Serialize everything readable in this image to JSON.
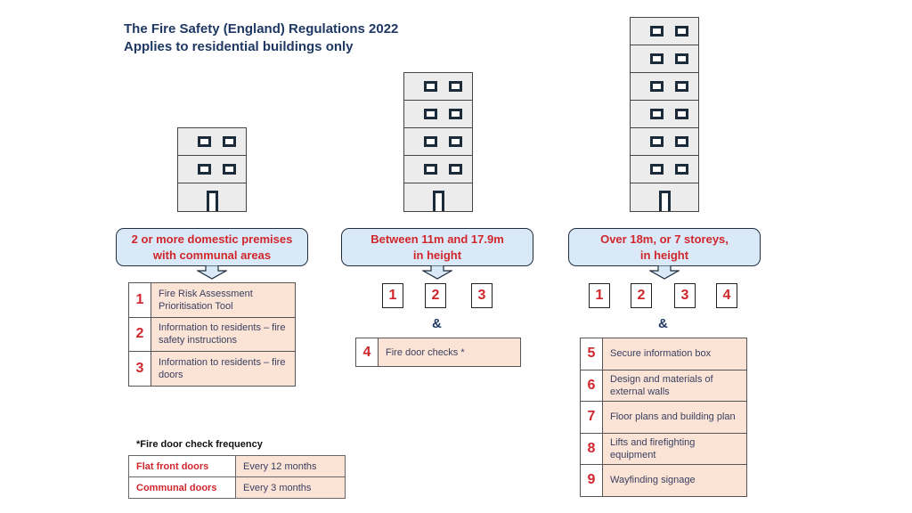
{
  "header": {
    "title_line1": "The Fire Safety (England) Regulations 2022",
    "title_line2": "Applies to residential buildings only"
  },
  "colors": {
    "title": "#1f3864",
    "accent_red": "#d0262c",
    "callout_bg": "#dae9f7",
    "table_bg": "#fbe3d6"
  },
  "columns": [
    {
      "floors": 3,
      "callout": [
        "2 or more domestic premises",
        "with communal areas"
      ],
      "inherited": [],
      "items": [
        {
          "num": "1",
          "text": "Fire Risk Assessment Prioritisation Tool"
        },
        {
          "num": "2",
          "text": "Information to residents – fire safety instructions"
        },
        {
          "num": "3",
          "text": "Information to residents – fire doors"
        }
      ]
    },
    {
      "floors": 5,
      "callout": [
        "Between 11m and 17.9m",
        "in height"
      ],
      "inherited": [
        "1",
        "2",
        "3"
      ],
      "amp": "&",
      "items": [
        {
          "num": "4",
          "text": "Fire door checks *"
        }
      ]
    },
    {
      "floors": 7,
      "callout": [
        "Over 18m, or 7 storeys,",
        "in height"
      ],
      "inherited": [
        "1",
        "2",
        "3",
        "4"
      ],
      "amp": "&",
      "items": [
        {
          "num": "5",
          "text": "Secure information box"
        },
        {
          "num": "6",
          "text": "Design and materials of external walls"
        },
        {
          "num": "7",
          "text": "Floor plans and building plan"
        },
        {
          "num": "8",
          "text": "Lifts and firefighting equipment"
        },
        {
          "num": "9",
          "text": "Wayfinding signage"
        }
      ]
    }
  ],
  "frequency": {
    "title": "*Fire door check frequency",
    "rows": [
      {
        "door": "Flat front doors",
        "interval": "Every 12 months"
      },
      {
        "door": "Communal doors",
        "interval": "Every 3 months"
      }
    ]
  }
}
